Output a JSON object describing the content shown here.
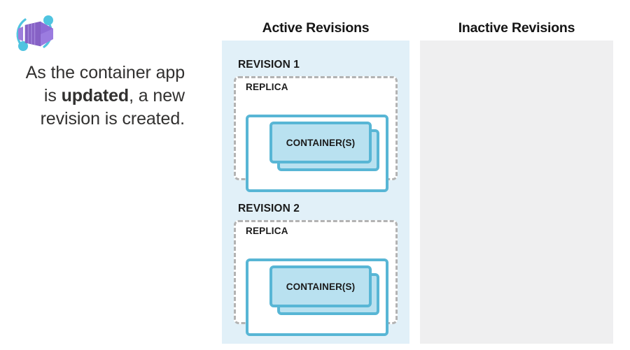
{
  "logo": {
    "name": "azure-container-apps-logo",
    "box_color": "#8661c5",
    "box_light_color": "#a07ee0",
    "box_dark_color": "#6b4bb0",
    "orbit_color": "#50c4e0"
  },
  "caption": {
    "before": "As the container app is ",
    "emphasis": "updated",
    "after": ", a new revision is created."
  },
  "columns": {
    "active": {
      "heading": "Active Revisions",
      "background": "#e1f0f8"
    },
    "inactive": {
      "heading": "Inactive Revisions",
      "background": "#efeff0",
      "revisions": []
    }
  },
  "active_revisions": [
    {
      "revision_label": "REVISION 1",
      "replica_label": "REPLICA",
      "container_label": "CONTAINER(S)"
    },
    {
      "revision_label": "REVISION 2",
      "replica_label": "REPLICA",
      "container_label": "CONTAINER(S)"
    }
  ],
  "colors": {
    "accent_blue": "#58b6d5",
    "container_fill": "#b9e1f0",
    "dashed_border": "#b3b3b3",
    "text_dark": "#1b1b1b",
    "caption_text": "#323130"
  }
}
